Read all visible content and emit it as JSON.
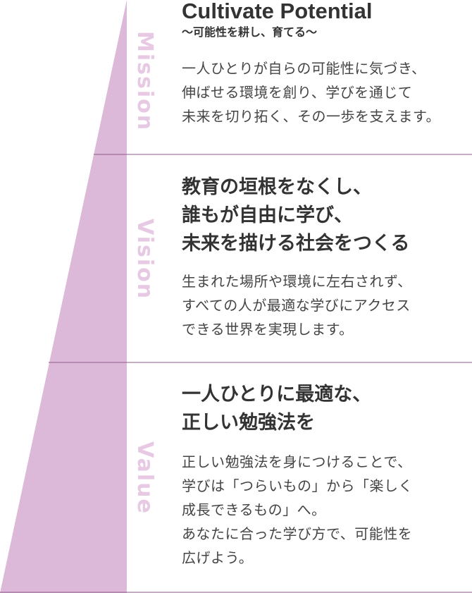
{
  "colors": {
    "pyramid_fill": "#dcb8d9",
    "label_text": "#e7c9e3",
    "divider": "#8f5a8b",
    "text": "#333333"
  },
  "mission": {
    "label": "Mission",
    "heading": "Cultivate Potential",
    "subheading": "〜可能性を耕し、育てる〜",
    "body": [
      "一人ひとりが自らの可能性に気づき、",
      "伸ばせる環境を創り、学びを通じて",
      "未来を切り拓く、その一歩を支えます。"
    ]
  },
  "vision": {
    "label": "Vision",
    "heading": [
      "教育の垣根をなくし、",
      "誰もが自由に学び、",
      "未来を描ける社会をつくる"
    ],
    "body": [
      "生まれた場所や環境に左右されず、",
      "すべての人が最適な学びにアクセス",
      "できる世界を実現します。"
    ]
  },
  "value": {
    "label": "Value",
    "heading": [
      "一人ひとりに最適な、",
      "正しい勉強法を"
    ],
    "body": [
      "正しい勉強法を身につけることで、",
      "学びは「つらいもの」から「楽しく",
      "成長できるもの」へ。",
      "あなたに合った学び方で、可能性を",
      "広げよう。"
    ]
  }
}
